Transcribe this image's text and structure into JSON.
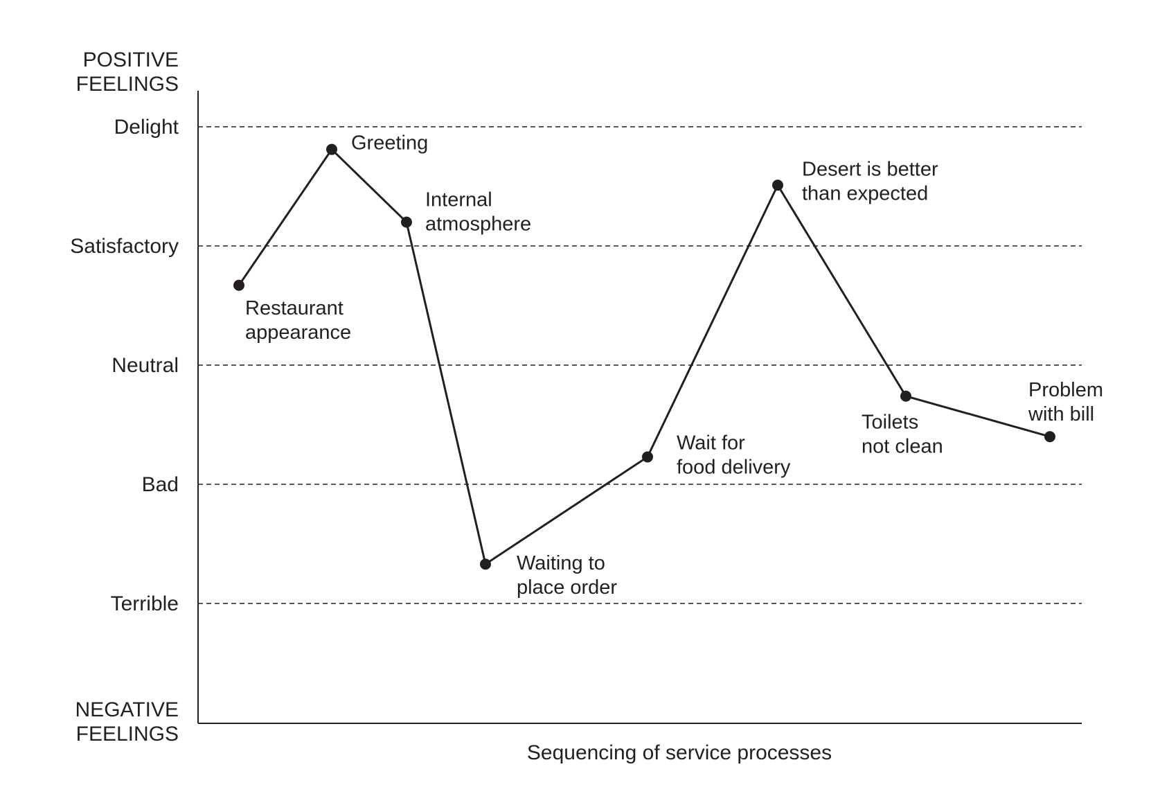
{
  "chart_data": {
    "type": "line",
    "xlabel": "Sequencing of service processes",
    "y_top_label": [
      "POSITIVE",
      "FEELINGS"
    ],
    "y_bottom_label": [
      "NEGATIVE",
      "FEELINGS"
    ],
    "levels": [
      {
        "name": "Delight",
        "value": 5
      },
      {
        "name": "Satisfactory",
        "value": 4
      },
      {
        "name": "Neutral",
        "value": 3
      },
      {
        "name": "Bad",
        "value": 2
      },
      {
        "name": "Terrible",
        "value": 1
      }
    ],
    "ylim": [
      0,
      5.3
    ],
    "grid": true,
    "points": [
      {
        "step": 1,
        "value": 3.67,
        "label": [
          "Restaurant",
          "appearance"
        ]
      },
      {
        "step": 2,
        "value": 4.81,
        "label": [
          "Greeting"
        ]
      },
      {
        "step": 3,
        "value": 4.2,
        "label": [
          "Internal",
          "atmosphere"
        ]
      },
      {
        "step": 4,
        "value": 1.33,
        "label": [
          "Waiting to",
          "place order"
        ]
      },
      {
        "step": 5,
        "value": 2.23,
        "label": [
          "Wait for",
          "food delivery"
        ]
      },
      {
        "step": 6,
        "value": 4.51,
        "label": [
          "Desert is better",
          "than expected"
        ]
      },
      {
        "step": 7,
        "value": 2.74,
        "label": [
          "Toilets",
          "not clean"
        ]
      },
      {
        "step": 8,
        "value": 2.4,
        "label": [
          "Problem",
          "with bill"
        ]
      }
    ]
  }
}
